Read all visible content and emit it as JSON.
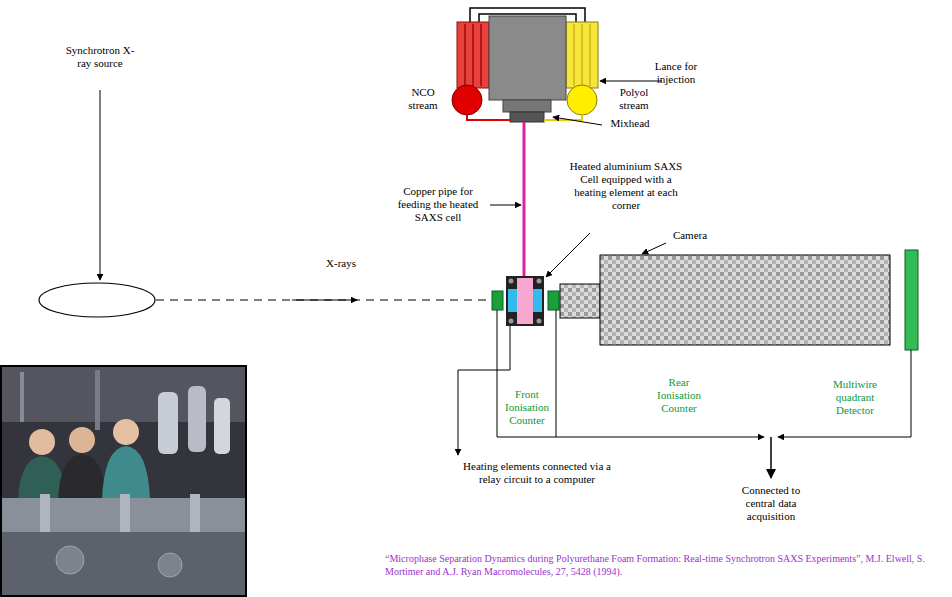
{
  "diagram": {
    "caption": "“Microphase Separation Dynamics during Polyurethane Foam Formation: Real-time Synchrotron SAXS Experiments”, M.J. Elwell, S. Mortimer and A.J. Ryan Macromolecules, 27, 5428 (1994).",
    "labels": [
      "Lance for injection",
      "Synchrotron X-ray source",
      "NCO stream",
      "Polyol stream",
      "Mixhead",
      "Heated aluminium SAXS Cell equipped with a heating element at each corner",
      "Copper pipe for feeding the heated SAXS cell",
      "X-rays",
      "Camera",
      "Front Ionisation Counter",
      "Rear Ionisation Counter",
      "Multiwire quadrant Detector",
      "Heating elements connected via a relay circuit to a computer",
      "Connected to central data acquisition"
    ]
  }
}
